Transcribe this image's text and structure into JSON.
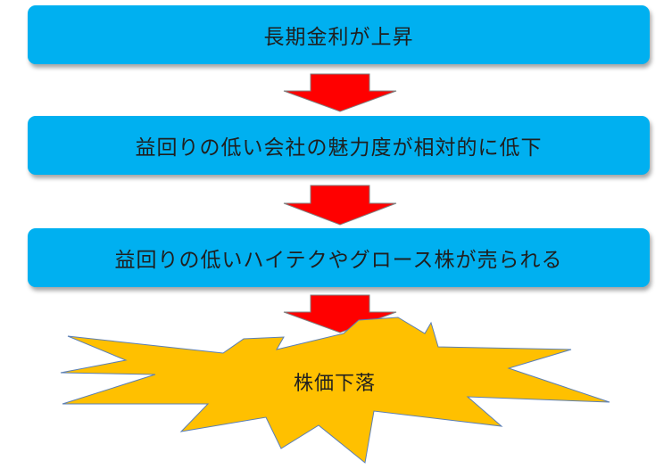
{
  "flow": {
    "steps": [
      "長期金利が上昇",
      "益回りの低い会社の魅力度が相対的に低下",
      "益回りの低いハイテクやグロース株が売られる"
    ],
    "result": "株価下落"
  },
  "colors": {
    "box_fill": "#00b0f0",
    "arrow_fill": "#ff0000",
    "burst_fill": "#ffc000"
  }
}
